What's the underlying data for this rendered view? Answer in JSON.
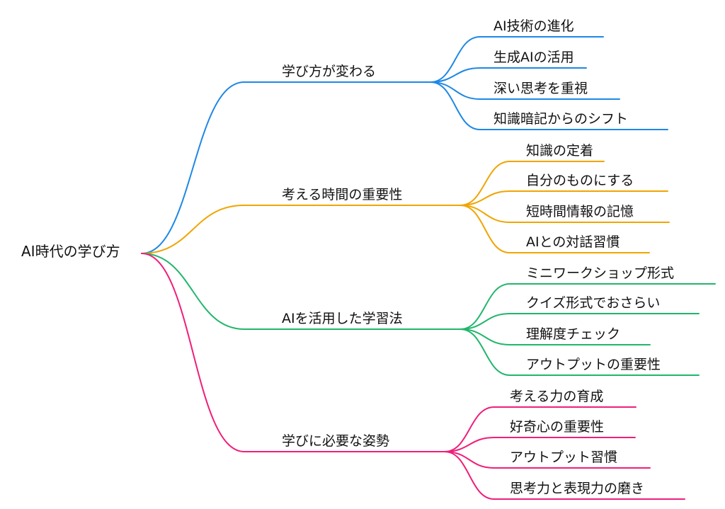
{
  "root": {
    "label": "AI時代の学び方"
  },
  "branches": [
    {
      "label": "学び方が変わる",
      "color": "#1e88e5",
      "children": [
        "AI技術の進化",
        "生成AIの活用",
        "深い思考を重視",
        "知識暗記からのシフト"
      ]
    },
    {
      "label": "考える時間の重要性",
      "color": "#f0a500",
      "children": [
        "知識の定着",
        "自分のものにする",
        "短時間情報の記憶",
        "AIとの対話習慣"
      ]
    },
    {
      "label": "AIを活用した学習法",
      "color": "#21b66b",
      "children": [
        "ミニワークショップ形式",
        "クイズ形式でおさらい",
        "理解度チェック",
        "アウトプットの重要性"
      ]
    },
    {
      "label": "学びに必要な姿勢",
      "color": "#ef1f7a",
      "children": [
        "考える力の育成",
        "好奇心の重要性",
        "アウトプット習慣",
        "思考力と表現力の磨き"
      ]
    }
  ]
}
